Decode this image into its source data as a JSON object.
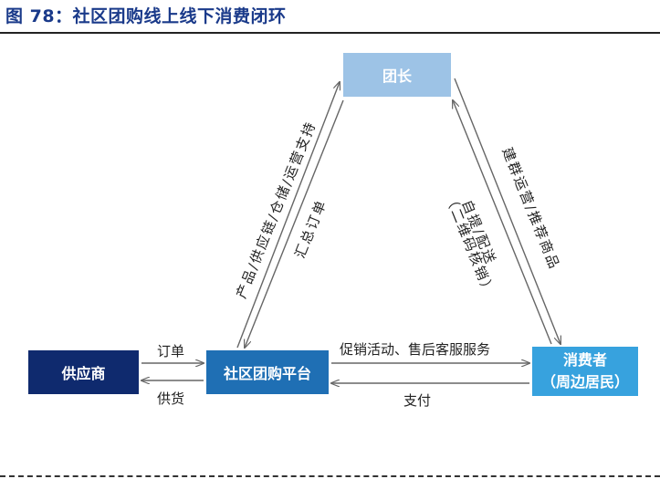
{
  "title": "图 78：社区团购线上线下消费闭环",
  "nodes": {
    "leader": "团长",
    "supplier": "供应商",
    "platform": "社区团购平台",
    "consumer_line1": "消费者",
    "consumer_line2": "（周边居民）"
  },
  "edges": {
    "supplier_to_platform": "订单",
    "platform_to_supplier": "供货",
    "platform_to_consumer": "促销活动、售后客服服务",
    "consumer_to_platform": "支付",
    "platform_to_leader": "产品/供应链/仓储/运营支持",
    "leader_to_platform": "汇总订单",
    "leader_to_consumer": "建群运营/推荐商品",
    "consumer_to_leader_line1": "自提/配送",
    "consumer_to_leader_line2": "（二维码核销）"
  }
}
